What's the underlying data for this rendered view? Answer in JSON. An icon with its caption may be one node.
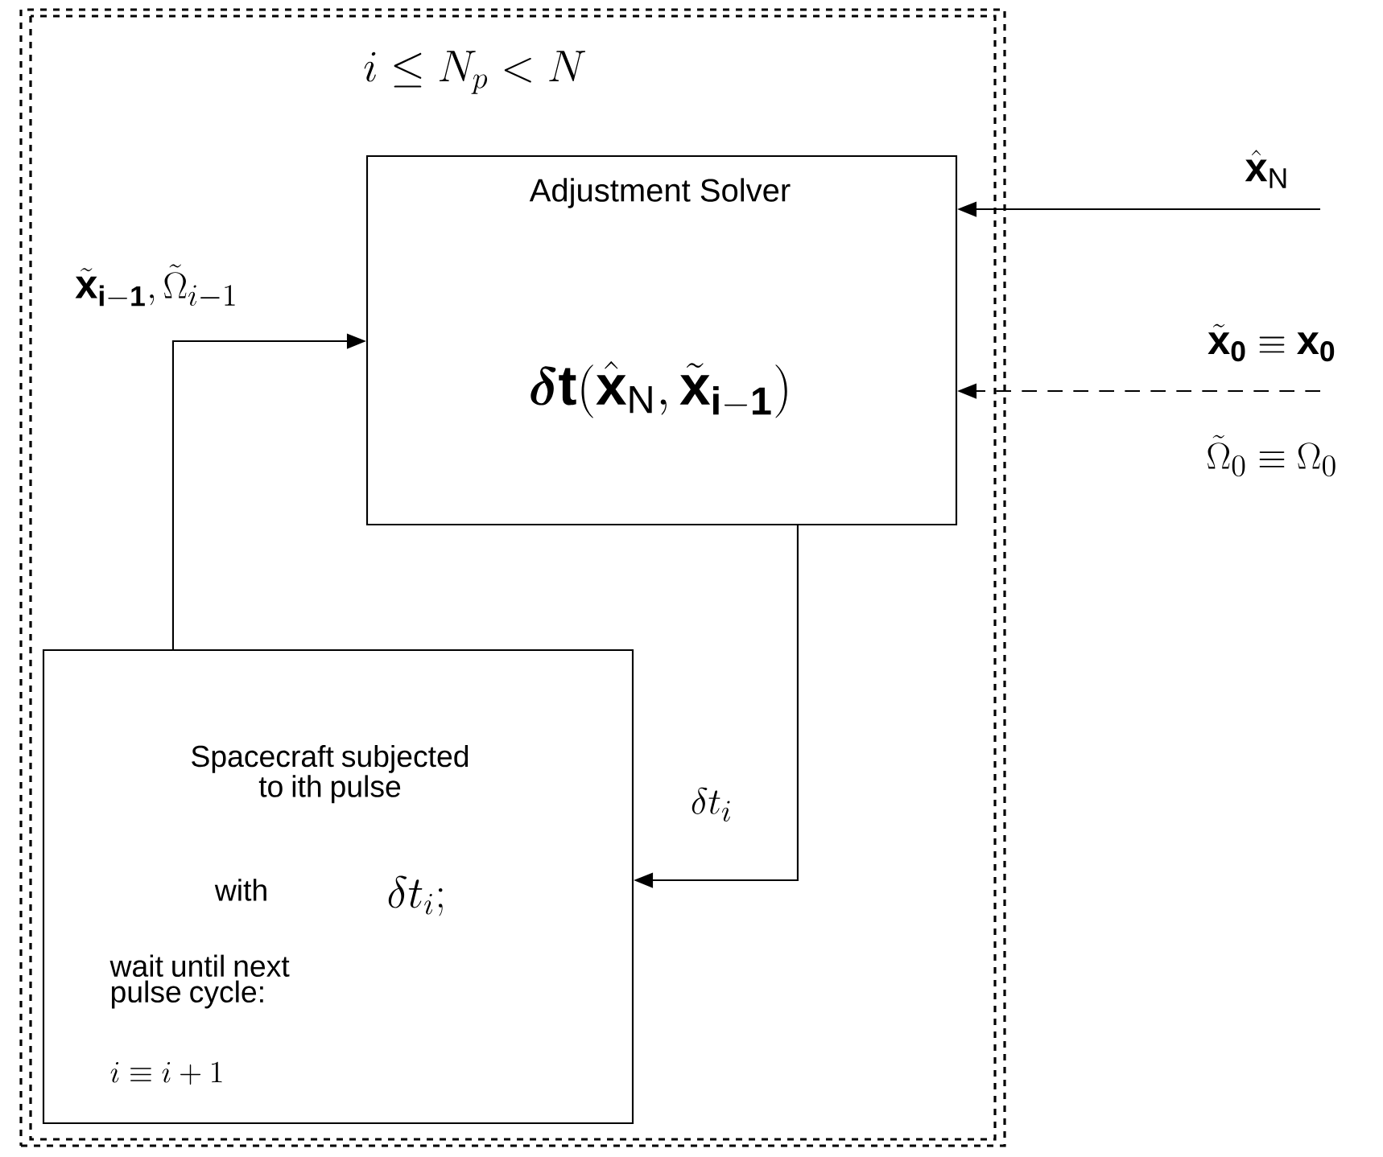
{
  "diagram": {
    "nodes": [
      {
        "text": [
          "i \\le N_{p} < N"
        ]
      },
      {
        "text": [
          "Adjustment Solver",
          "\\boldsymbol{\\delta}\\mathbf{t}(\\hat{\\mathbf{x}}_{\\mathrm{N}}, \\tilde{\\mathbf{x}}_{\\mathbf{i-1}})"
        ],
        "in": 0
      },
      {
        "text": [
          "Spacecraft subjected to ith pulse",
          "with",
          "\\delta t_{i};",
          "wait until next pulse cycle:",
          "i \\equiv i+1"
        ],
        "in": 0
      }
    ],
    "edges": [
      {
        "from": null,
        "to": 1,
        "arrow": "to",
        "label": "\\hat{\\mathbf{x}}_{\\mathrm{N}}"
      },
      {
        "from": null,
        "to": 1,
        "arrow": "to",
        "style": "dashed",
        "label": "\\tilde{\\mathbf{x}}_{\\mathbf{0}} \\equiv \\mathbf{x}_{\\mathbf{0}}"
      },
      {
        "from": 1,
        "to": 2,
        "arrow": "to",
        "label": "\\delta t_{i}"
      },
      {
        "from": 2,
        "to": 1,
        "arrow": "to",
        "label": "\\tilde{\\mathbf{x}}_{\\mathbf{i-1}}, \\tilde{\\Omega}_{i-1}"
      }
    ],
    "labels": [
      "\\tilde{\\Omega}_{0} \\equiv \\Omega_{0}"
    ]
  }
}
